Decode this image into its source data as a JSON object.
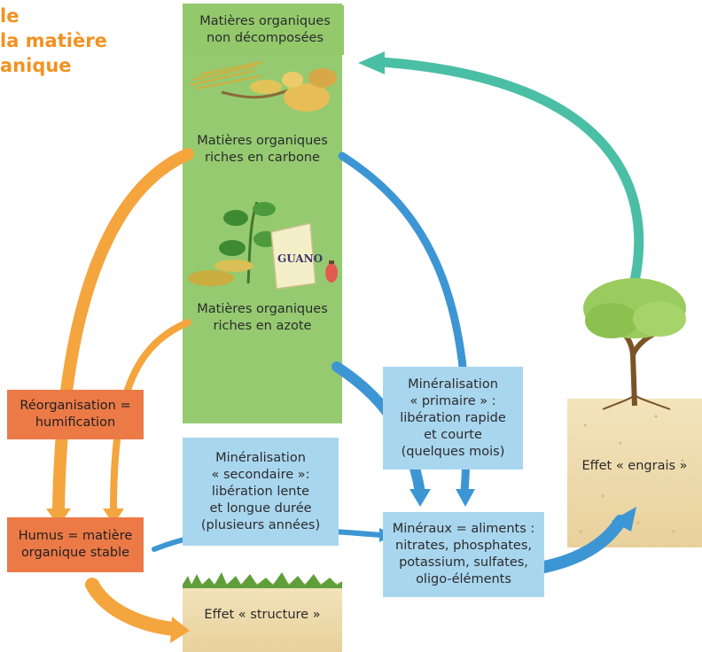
{
  "title": {
    "lines": [
      "le",
      "la matière",
      "anique"
    ]
  },
  "boxes": {
    "undecomposed": "Matières organiques\nnon décomposées",
    "carbon": "Matières organiques\nriches en carbone",
    "nitrogen": "Matières organiques\nriches en azote",
    "reorganisation": "Réorganisation =\nhumification",
    "humus": "Humus = matière\norganique stable",
    "secondary": "Minéralisation\n« secondaire »:\nlibération lente\net longue durée\n(plusieurs années)",
    "primary": "Minéralisation\n« primaire » :\nlibération rapide\net courte\n(quelques mois)",
    "minerals": "Minéraux = aliments :\nnitrates, phosphates,\npotassium, sulfates,\noligo-éléments",
    "fertilizer": "Effet « engrais »",
    "structure": "Effet « structure »"
  },
  "labels": {
    "guano": "GUANO"
  },
  "colors": {
    "title": "#f29222",
    "green_column": "#8cc565",
    "blue_box": "#a9d6ef",
    "orange_box": "#ec7a47",
    "orange_arrow": "#f4a53d",
    "blue_arrow": "#3d96d4",
    "teal_arrow": "#4bbfa5",
    "soil": "#efdcae"
  },
  "icons": [
    "leaves-icon",
    "plant-icon",
    "guano-bag-icon",
    "apple-core-icon",
    "tree-icon",
    "grass-icon",
    "soil-icon"
  ]
}
